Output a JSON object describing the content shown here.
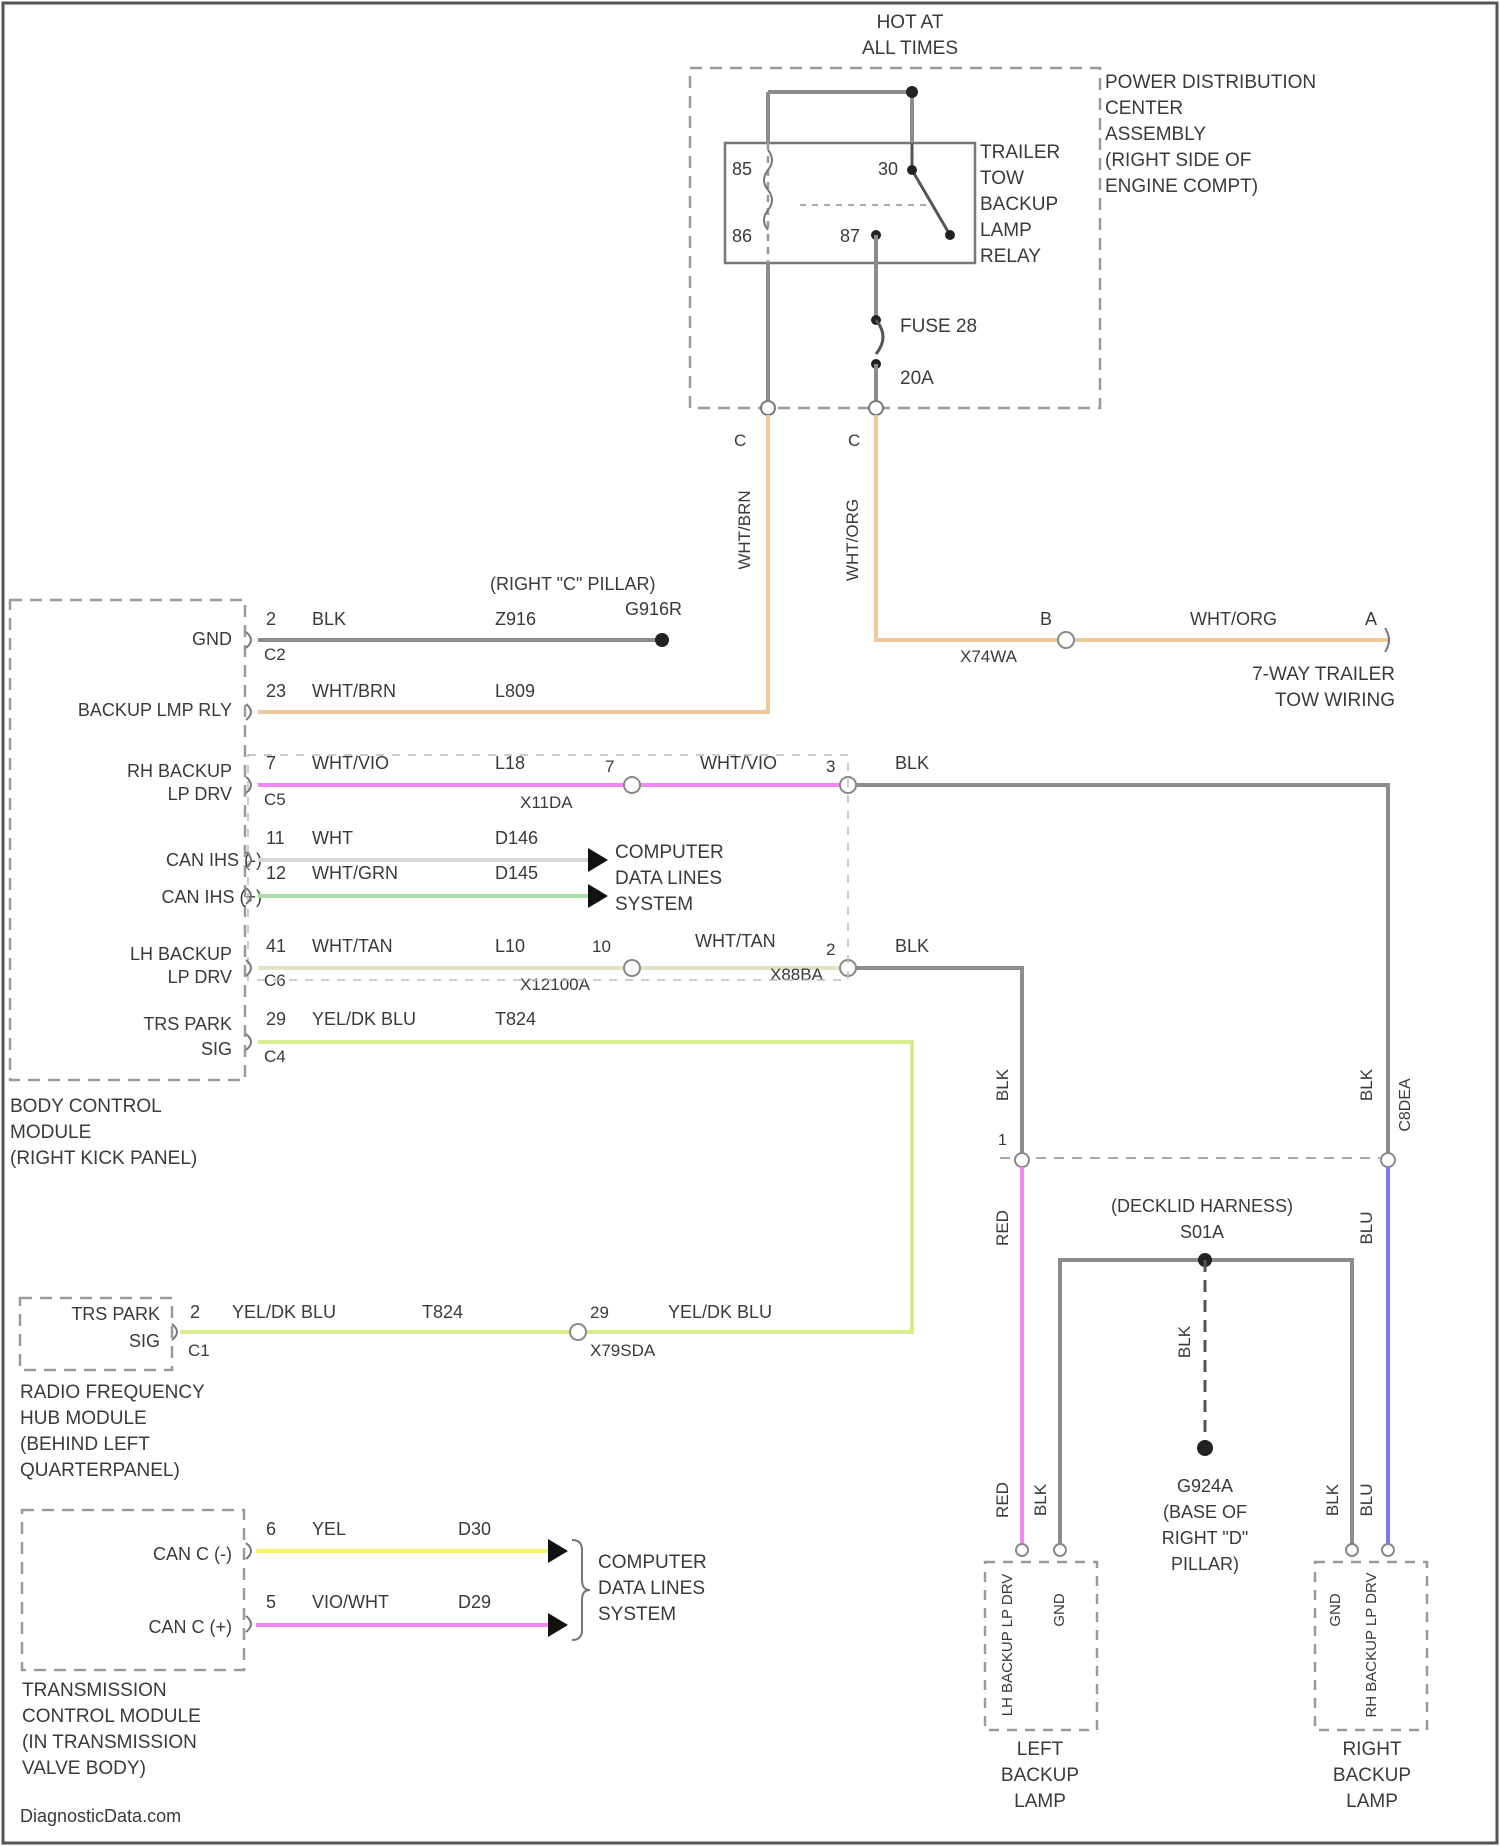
{
  "title": {
    "line1": "HOT AT",
    "line2": "ALL TIMES"
  },
  "pdc": {
    "name": [
      "POWER DISTRIBUTION",
      "CENTER",
      "ASSEMBLY",
      "(RIGHT SIDE OF",
      "ENGINE COMPT)"
    ],
    "relay_name": [
      "TRAILER",
      "TOW",
      "BACKUP",
      "LAMP",
      "RELAY"
    ],
    "relay_pins": {
      "p85": "85",
      "p86": "86",
      "p30": "30",
      "p87": "87"
    },
    "fuse": {
      "name": "FUSE 28",
      "rating": "20A"
    },
    "conn_left": "C",
    "conn_right": "C"
  },
  "wires": {
    "vert_left": "WHT/BRN",
    "vert_right": "WHT/ORG",
    "trailer_wire": "WHT/ORG",
    "trailer_pin_b": "B",
    "trailer_pin_a": "A",
    "trailer_conn": "X74WA",
    "trailer_label": [
      "7-WAY TRAILER",
      "TOW WIRING"
    ]
  },
  "bcm": {
    "name": [
      "BODY CONTROL",
      "MODULE",
      "(RIGHT KICK PANEL)"
    ],
    "ground_location": "(RIGHT \"C\" PILLAR)",
    "ground_id": "G916R",
    "rows": [
      {
        "label1": "GND",
        "label2": "",
        "pin": "2",
        "color": "BLK",
        "circuit": "Z916",
        "conn": "C2"
      },
      {
        "label1": "BACKUP LMP RLY",
        "label2": "",
        "pin": "23",
        "color": "WHT/BRN",
        "circuit": "L809",
        "conn": ""
      },
      {
        "label1": "RH BACKUP",
        "label2": "LP DRV",
        "pin": "7",
        "color": "WHT/VIO",
        "circuit": "L18",
        "conn": "C5"
      },
      {
        "label1": "CAN IHS (-)",
        "label2": "",
        "pin": "11",
        "color": "WHT",
        "circuit": "D146",
        "conn": ""
      },
      {
        "label1": "CAN IHS (+)",
        "label2": "",
        "pin": "12",
        "color": "WHT/GRN",
        "circuit": "D145",
        "conn": ""
      },
      {
        "label1": "LH BACKUP",
        "label2": "LP DRV",
        "pin": "41",
        "color": "WHT/TAN",
        "circuit": "L10",
        "conn": "C6"
      },
      {
        "label1": "TRS PARK",
        "label2": "SIG",
        "pin": "29",
        "color": "YEL/DK BLU",
        "circuit": "T824",
        "conn": "C4"
      }
    ],
    "rh_inline": {
      "pin_left": "7",
      "color": "WHT/VIO",
      "pin_right": "3",
      "right_color": "BLK",
      "conn": "X11DA"
    },
    "lh_inline": {
      "pin_left": "10",
      "color": "WHT/TAN",
      "pin_right": "2",
      "right_color": "BLK",
      "conn": "X88BA"
    },
    "data_lines": [
      "COMPUTER",
      "DATA LINES",
      "SYSTEM"
    ]
  },
  "rfhub": {
    "name": [
      "RADIO FREQUENCY",
      "HUB MODULE",
      "(BEHIND LEFT",
      "QUARTERPANEL)"
    ],
    "row": {
      "label1": "TRS PARK",
      "label2": "SIG",
      "pin": "2",
      "color": "YEL/DK BLU",
      "circuit": "T824",
      "conn": "C1"
    },
    "inline": {
      "pin": "29",
      "color": "YEL/DK BLU",
      "conn": "X79SDA"
    }
  },
  "tcm": {
    "name": [
      "TRANSMISSION",
      "CONTROL MODULE",
      "(IN TRANSMISSION",
      "VALVE BODY)"
    ],
    "rows": [
      {
        "label": "CAN C (-)",
        "pin": "6",
        "color": "YEL",
        "circuit": "D30"
      },
      {
        "label": "CAN C (+)",
        "pin": "5",
        "color": "VIO/WHT",
        "circuit": "D29"
      }
    ],
    "data_lines": [
      "COMPUTER",
      "DATA LINES",
      "SYSTEM"
    ]
  },
  "decklid": {
    "harness": [
      "(DECKLID HARNESS)",
      "S01A"
    ],
    "left_top_color": "BLK",
    "left_pin": "1",
    "right_top_color": "BLK",
    "right_conn": "C8DEA",
    "left_low_color": "RED",
    "right_low_color": "BLU",
    "splice_drop_color": "BLK",
    "ground_id": "G924A",
    "ground_location": [
      "(BASE OF",
      "RIGHT \"D\"",
      "PILLAR)"
    ]
  },
  "lamps": {
    "left": {
      "name": [
        "LEFT",
        "BACKUP",
        "LAMP"
      ],
      "pins": [
        "LH BACKUP LP DRV",
        "GND"
      ],
      "colors": [
        "RED",
        "BLK"
      ]
    },
    "right": {
      "name": [
        "RIGHT",
        "BACKUP",
        "LAMP"
      ],
      "pins": [
        "GND",
        "RH BACKUP LP DRV"
      ],
      "colors": [
        "BLK",
        "BLU"
      ]
    }
  },
  "footer": "DiagnosticData.com",
  "colors": {
    "wire_gray": "#8c8c8c",
    "wire_tan": "#f0c89a",
    "wire_pink": "#f08af0",
    "wire_green": "#a8dca8",
    "wire_yelgreen": "#d6ec8e",
    "wire_yellow": "#f4f46e",
    "wire_blue": "#7a7aee",
    "dashed": "#9a9a9a"
  }
}
